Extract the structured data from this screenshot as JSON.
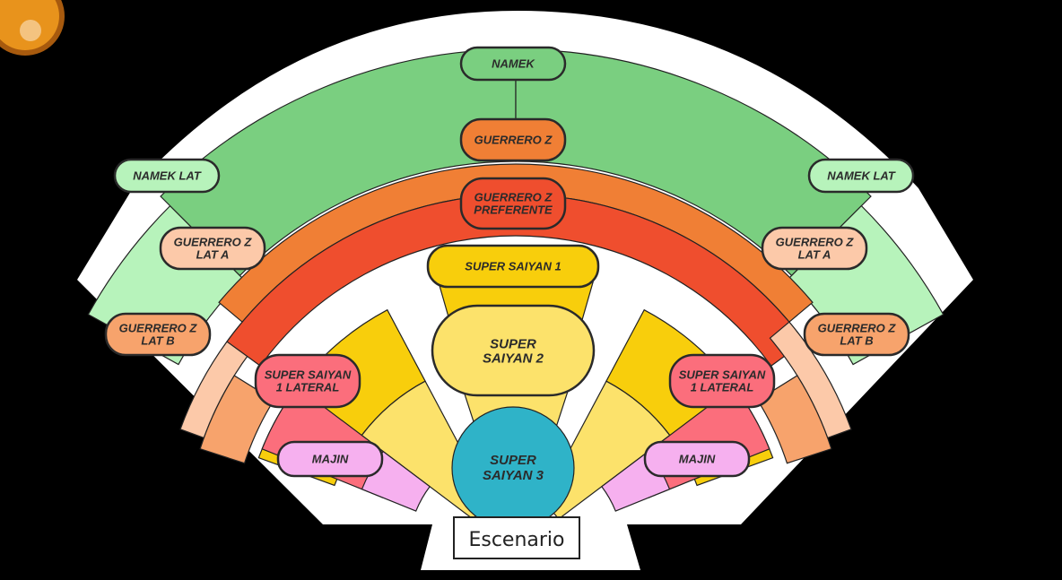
{
  "colors": {
    "background": "#000000",
    "venue_outline": "#ffffff",
    "namek": "#7acf80",
    "namek_lat": "#b7f3bb",
    "guerrero_z": "#f07f35",
    "guerrero_z_preferente": "#ef4e2e",
    "guerrero_z_lat": "#f7a36c",
    "guerrero_z_lat_light": "#fcc9a9",
    "super_saiyan_1": "#f8ce0c",
    "super_saiyan_2": "#fce26b",
    "super_saiyan_3": "#2fb3c8",
    "super_saiyan_1_lateral": "#fb6e7c",
    "majin": "#f6b0ef"
  },
  "sections": {
    "namek": "NAMEK",
    "namek_lat": "NAMEK LAT",
    "guerrero_z": "GUERRERO Z",
    "guerrero_z_preferente": [
      "GUERRERO Z",
      "PREFERENTE"
    ],
    "guerrero_z_lat_a": [
      "GUERRERO Z",
      "LAT A"
    ],
    "guerrero_z_lat_b": [
      "GUERRERO Z",
      "LAT B"
    ],
    "super_saiyan_1": "SUPER SAIYAN 1",
    "super_saiyan_2": [
      "SUPER",
      "SAIYAN 2"
    ],
    "super_saiyan_3": [
      "SUPER",
      "SAIYAN 3"
    ],
    "super_saiyan_1_lateral": [
      "SUPER SAIYAN",
      "1 LATERAL"
    ],
    "majin": "MAJIN"
  },
  "stage": {
    "label": "Escenario"
  },
  "icons": {
    "corner": "dragon-ball-icon"
  }
}
